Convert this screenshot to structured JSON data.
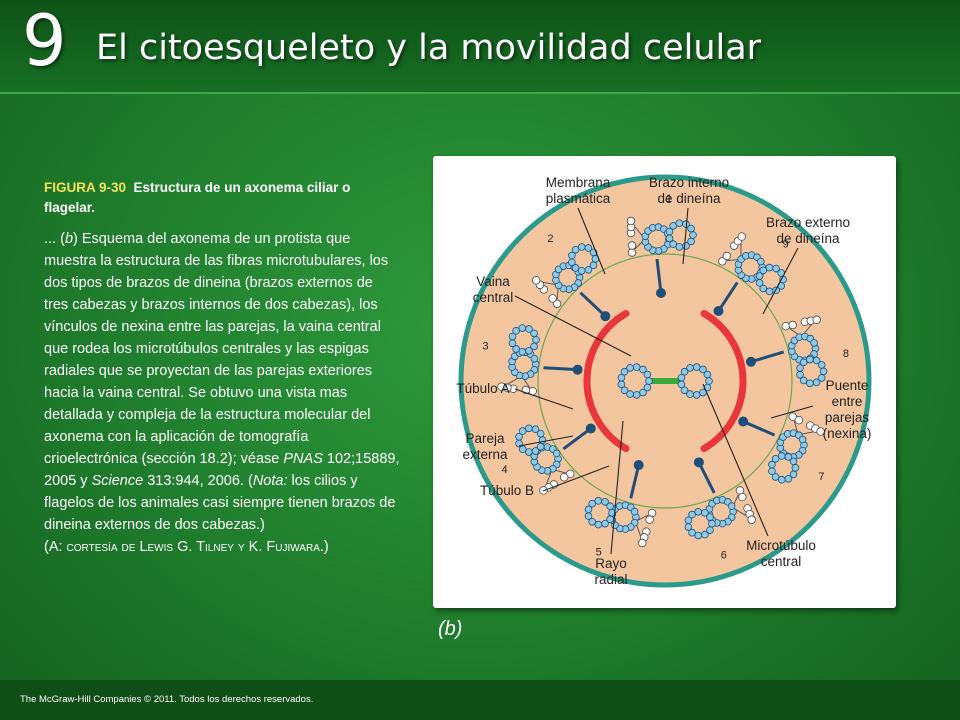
{
  "header": {
    "chapter_number": "9",
    "title": "El citoesqueleto y la movilidad celular"
  },
  "caption": {
    "figure_label": "FIGURA 9-30",
    "figure_title": "Estructura de un axonema ciliar o flagelar.",
    "text_1": "... (",
    "text_b": "b",
    "text_2": ") Esquema del axonema de un protista que muestra la estructura de las fibras microtubulares, los dos tipos de brazos de dineina (brazos externos de tres cabezas y brazos internos de dos cabezas), los vínculos de nexina entre las parejas, la vaina central que rodea los microtúbulos centrales y las espigas radiales que se proyectan de las parejas exteriores hacia la vaina central. Se obtuvo una vista mas detallada y compleja de la estructura molecular del axonema con la aplicación de tomografía crioelectrónica (sección 18.2); véase ",
    "text_pnas": "PNAS",
    "text_3": " 102;15889, 2005 y ",
    "text_science": "Science",
    "text_4": " 313:944, 2006. (",
    "text_nota": "Nota:",
    "text_5": " los cilios y flagelos de los animales casi siempre tienen brazos de dineina externos de dos cabezas.)",
    "credit": "(A: cortesía de Lewis G. Tilney y K. Fujiwara.)"
  },
  "figure": {
    "sublabel": "(b)",
    "labels": {
      "membrana_1": "Membrana",
      "membrana_2": "plasmática",
      "brazo_int_1": "Brazo interno",
      "brazo_int_2": "de dineína",
      "brazo_ext_1": "Brazo externo",
      "brazo_ext_2": "de dineína",
      "vaina_1": "Vaina",
      "vaina_2": "central",
      "tubulo_a": "Túbulo A",
      "pareja_1": "Pareja",
      "pareja_2": "externa",
      "tubulo_b": "Túbulo B",
      "puente_1": "Puente",
      "puente_2": "entre",
      "puente_3": "parejas",
      "puente_4": "(nexina)",
      "rayo_1": "Rayo",
      "rayo_2": "radial",
      "micro_1": "Microtúbulo",
      "micro_2": "central"
    },
    "doublet_numbers": [
      "1",
      "2",
      "3",
      "4",
      "5",
      "6",
      "7",
      "8",
      "9"
    ],
    "colors": {
      "membrane": "#2a9a8a",
      "cytoplasm": "#f4c6a0",
      "tubule_fill": "#8ecae6",
      "tubule_stroke": "#1f4e79",
      "sheath": "#e8363a",
      "spoke": "#1f4e79",
      "central_bridge": "#3aa83a"
    }
  },
  "footer": {
    "copyright": "The McGraw-Hill Companies © 2011. Todos los derechos reservados."
  }
}
